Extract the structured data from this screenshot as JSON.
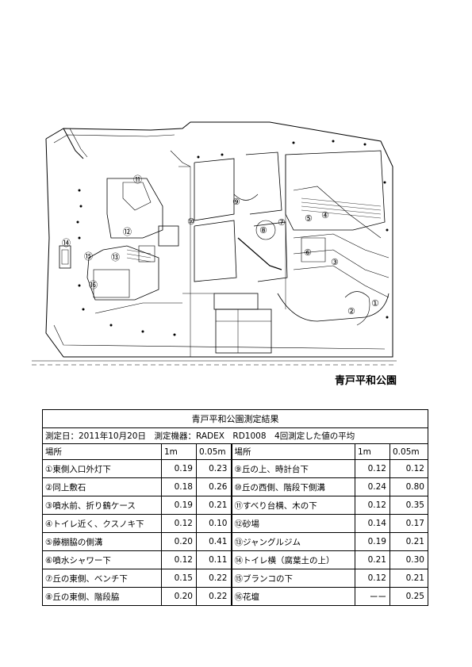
{
  "map": {
    "caption": "青戸平和公園",
    "markers": [
      "①",
      "②",
      "③",
      "④",
      "⑤",
      "⑥",
      "⑦",
      "⑧",
      "⑨",
      "⑩",
      "⑪",
      "⑫",
      "⑬",
      "⑭",
      "⑮",
      "⑯"
    ]
  },
  "table": {
    "title": "青戸平和公園測定結果",
    "meta": "測定日：2011年10月20日　測定機器：RADEX　RD1008　4回測定した値の平均",
    "headers": {
      "place": "場所",
      "h1": "1m",
      "h2": "0.05m"
    },
    "left_rows": [
      {
        "place": "①東側入口外灯下",
        "m1": "0.19",
        "m005": "0.23"
      },
      {
        "place": "②同上敷石",
        "m1": "0.18",
        "m005": "0.26"
      },
      {
        "place": "③噴水前、折り鶴ケース",
        "m1": "0.19",
        "m005": "0.21"
      },
      {
        "place": "④トイレ近く、クスノキ下",
        "m1": "0.12",
        "m005": "0.10"
      },
      {
        "place": "⑤藤棚脇の側溝",
        "m1": "0.20",
        "m005": "0.41"
      },
      {
        "place": "⑥噴水シャワー下",
        "m1": "0.12",
        "m005": "0.11"
      },
      {
        "place": "⑦丘の東側、ベンチ下",
        "m1": "0.15",
        "m005": "0.22"
      },
      {
        "place": "⑧丘の東側、階段脇",
        "m1": "0.20",
        "m005": "0.22"
      }
    ],
    "right_rows": [
      {
        "place": "⑨丘の上、時計台下",
        "m1": "0.12",
        "m005": "0.12"
      },
      {
        "place": "⑩丘の西側、階段下側溝",
        "m1": "0.24",
        "m005": "0.80"
      },
      {
        "place": "⑪すべり台横、木の下",
        "m1": "0.12",
        "m005": "0.35"
      },
      {
        "place": "⑫砂場",
        "m1": "0.14",
        "m005": "0.17"
      },
      {
        "place": "⑬ジャングルジム",
        "m1": "0.19",
        "m005": "0.21"
      },
      {
        "place": "⑭トイレ横（腐葉土の上）",
        "m1": "0.21",
        "m005": "0.30"
      },
      {
        "place": "⑮ブランコの下",
        "m1": "0.12",
        "m005": "0.21"
      },
      {
        "place": "⑯花壇",
        "m1": "ーー",
        "m005": "0.25"
      }
    ]
  }
}
